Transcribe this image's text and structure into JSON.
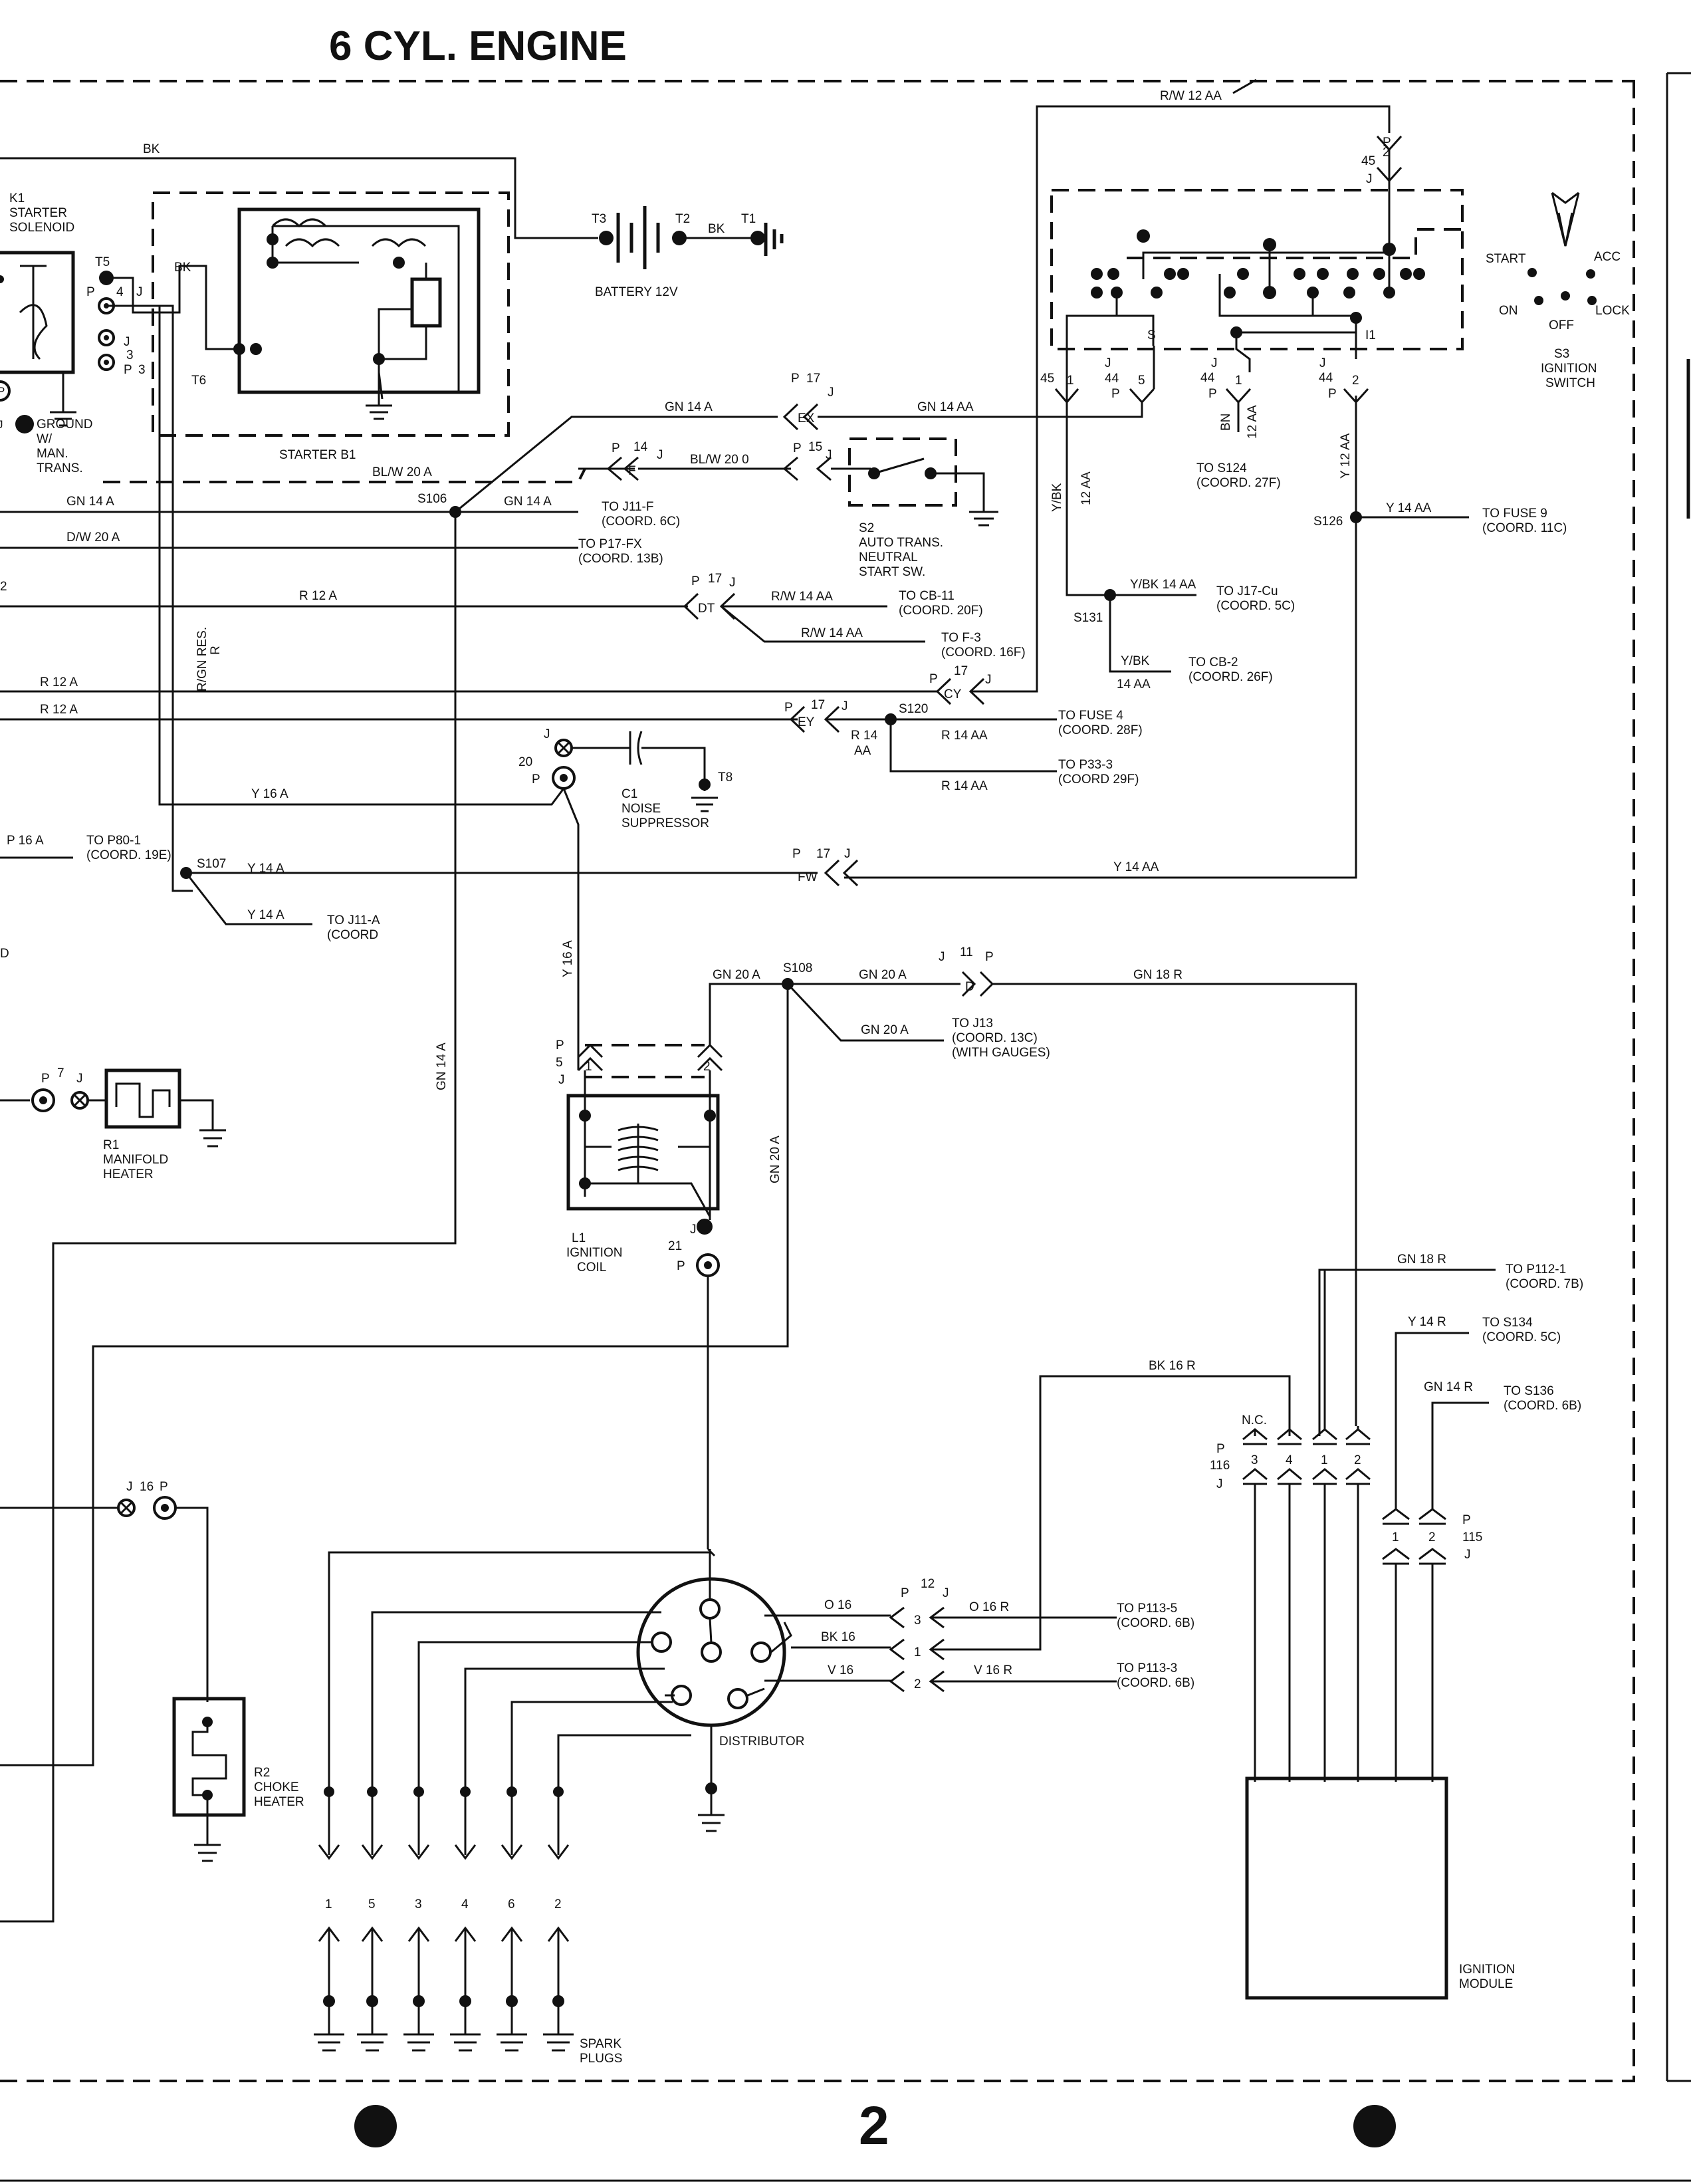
{
  "title": "6 CYL. ENGINE",
  "page_number": "2",
  "components": {
    "k1": {
      "id": "K1",
      "name": "STARTER",
      "name2": "SOLENOID"
    },
    "battery": {
      "name": "BATTERY 12V",
      "t1": "T1",
      "t2": "T2",
      "t3": "T3"
    },
    "starter": {
      "name": "STARTER B1",
      "t6": "T6",
      "t5": "T5"
    },
    "ground_note": {
      "l1": "GROUND",
      "l2": "W/",
      "l3": "MAN.",
      "l4": "TRANS."
    },
    "s2": {
      "id": "S2",
      "l1": "AUTO TRANS.",
      "l2": "NEUTRAL",
      "l3": "START SW."
    },
    "s3": {
      "id": "S3",
      "l1": "IGNITION",
      "l2": "SWITCH",
      "start": "START",
      "acc": "ACC",
      "on": "ON",
      "off": "OFF",
      "lock": "LOCK",
      "s": "S",
      "i1": "I1"
    },
    "c1": {
      "id": "C1",
      "l1": "NOISE",
      "l2": "SUPPRESSOR",
      "t8": "T8"
    },
    "r1": {
      "id": "R1",
      "l1": "MANIFOLD",
      "l2": "HEATER"
    },
    "l1": {
      "id": "L1",
      "l1": "IGNITION",
      "l2": "COIL"
    },
    "r2": {
      "id": "R2",
      "l1": "CHOKE",
      "l2": "HEATER"
    },
    "distributor": {
      "name": "DISTRIBUTOR"
    },
    "module": {
      "l1": "IGNITION",
      "l2": "MODULE"
    },
    "spark": {
      "l1": "SPARK",
      "l2": "PLUGS",
      "numbers": [
        "1",
        "5",
        "3",
        "4",
        "6",
        "2"
      ]
    }
  },
  "wire_labels": {
    "bk_top": "BK",
    "bk_t2": "BK",
    "bk_k1": "BK",
    "rw12aa": "R/W 12 AA",
    "gn14a_top": "GN 14 A",
    "gn14aa_top": "GN 14 AA",
    "blw20a": "BL/W 20 A",
    "blw20": "BL/W 20 0",
    "gn14a_left": "GN 14 A",
    "gn14a_s106": "GN 14 A",
    "dw20a": "D/W 20 A",
    "r12a_1": "R 12 A",
    "r12a_2": "R 12 A",
    "r12a_3": "R 12 A",
    "rw14aa_1": "R/W 14 AA",
    "rw14aa_2": "R/W 14 AA",
    "rgnres": "R/GN RES.",
    "r_small": "R",
    "y16a": "Y 16 A",
    "y16a_v": "Y 16 A",
    "p16a": "P 16 A",
    "y14a_1": "Y 14 A",
    "y14a_2": "Y 14 A",
    "y14aa_fw": "Y 14 AA",
    "y14aa_fuse": "Y 14 AA",
    "ybk12aa": "Y/BK",
    "ybk12aa_b": "12 AA",
    "ybk14aa": "Y/BK 14 AA",
    "ybk_b": "Y/BK",
    "ybk_b2": "14 AA",
    "bn12aa": "BN",
    "bn12aa_b": "12 AA",
    "y12aa": "Y 12 AA",
    "r14aa_1": "R 14",
    "r14aa_1b": "AA",
    "r14aa_2": "R 14 AA",
    "r14aa_3": "R 14 AA",
    "gn14a_vert": "GN 14 A",
    "gn20a_vert": "GN 20 A",
    "gn20a_1": "GN 20 A",
    "gn20a_2": "GN 20 A",
    "gn20a_3": "GN 20 A",
    "gn18r_top": "GN 18 R",
    "gn18r": "GN 18 R",
    "y14r": "Y 14 R",
    "gn14r": "GN 14 R",
    "bk16r": "BK 16 R",
    "o16": "O 16",
    "bk16": "BK 16",
    "v16": "V 16",
    "o16r": "O 16 R",
    "v16r": "V 16 R",
    "nc": "N.C."
  },
  "destinations": {
    "j11f": "TO J11-F",
    "j11f_c": "(COORD. 6C)",
    "p17fx": "TO P17-FX",
    "p17fx_c": "(COORD. 13B)",
    "cb11": "TO CB-11",
    "cb11_c": "(COORD. 20F)",
    "f3": "TO F-3",
    "f3_c": "(COORD. 16F)",
    "fuse4": "TO FUSE 4",
    "fuse4_c": "(COORD. 28F)",
    "p333": "TO P33-3",
    "p333_c": "(COORD 29F)",
    "p801": "TO P80-1",
    "p801_c": "(COORD. 19E)",
    "j11a": "TO J11-A",
    "j11a_c": "(COORD",
    "j13": "TO J13",
    "j13_c": "(COORD. 13C)",
    "j13_n": "(WITH GAUGES)",
    "s124": "TO S124",
    "s124_c": "(COORD. 27F)",
    "fuse9": "TO FUSE 9",
    "fuse9_c": "(COORD. 11C)",
    "j17cu": "TO J17-Cu",
    "j17cu_c": "(COORD. 5C)",
    "cb2": "TO CB-2",
    "cb2_c": "(COORD. 26F)",
    "p1121": "TO P112-1",
    "p1121_c": "(COORD. 7B)",
    "s134": "TO S134",
    "s134_c": "(COORD. 5C)",
    "s136": "TO S136",
    "s136_c": "(COORD. 6B)",
    "p1135": "TO P113-5",
    "p1135_c": "(COORD. 6B)",
    "p1133": "TO P113-3",
    "p1133_c": "(COORD. 6B)"
  },
  "splices": [
    "S106",
    "S107",
    "S108",
    "S120",
    "S126",
    "S131"
  ],
  "connectors": {
    "ex": "EX",
    "f": "F",
    "dt": "DT",
    "cy": "CY",
    "ey": "EY",
    "fw": "FW",
    "d": "D",
    "p": "P",
    "j": "J",
    "n17": "17",
    "n14": "14",
    "n15": "15",
    "n20": "20",
    "n7": "7",
    "n5": "5",
    "n21": "21",
    "n45": "45",
    "n44": "44",
    "n2": "2",
    "n1": "1",
    "n16": "16",
    "n12": "12",
    "n116": "116",
    "n115": "115",
    "n3": "3",
    "n4": "4",
    "n11": "11"
  }
}
